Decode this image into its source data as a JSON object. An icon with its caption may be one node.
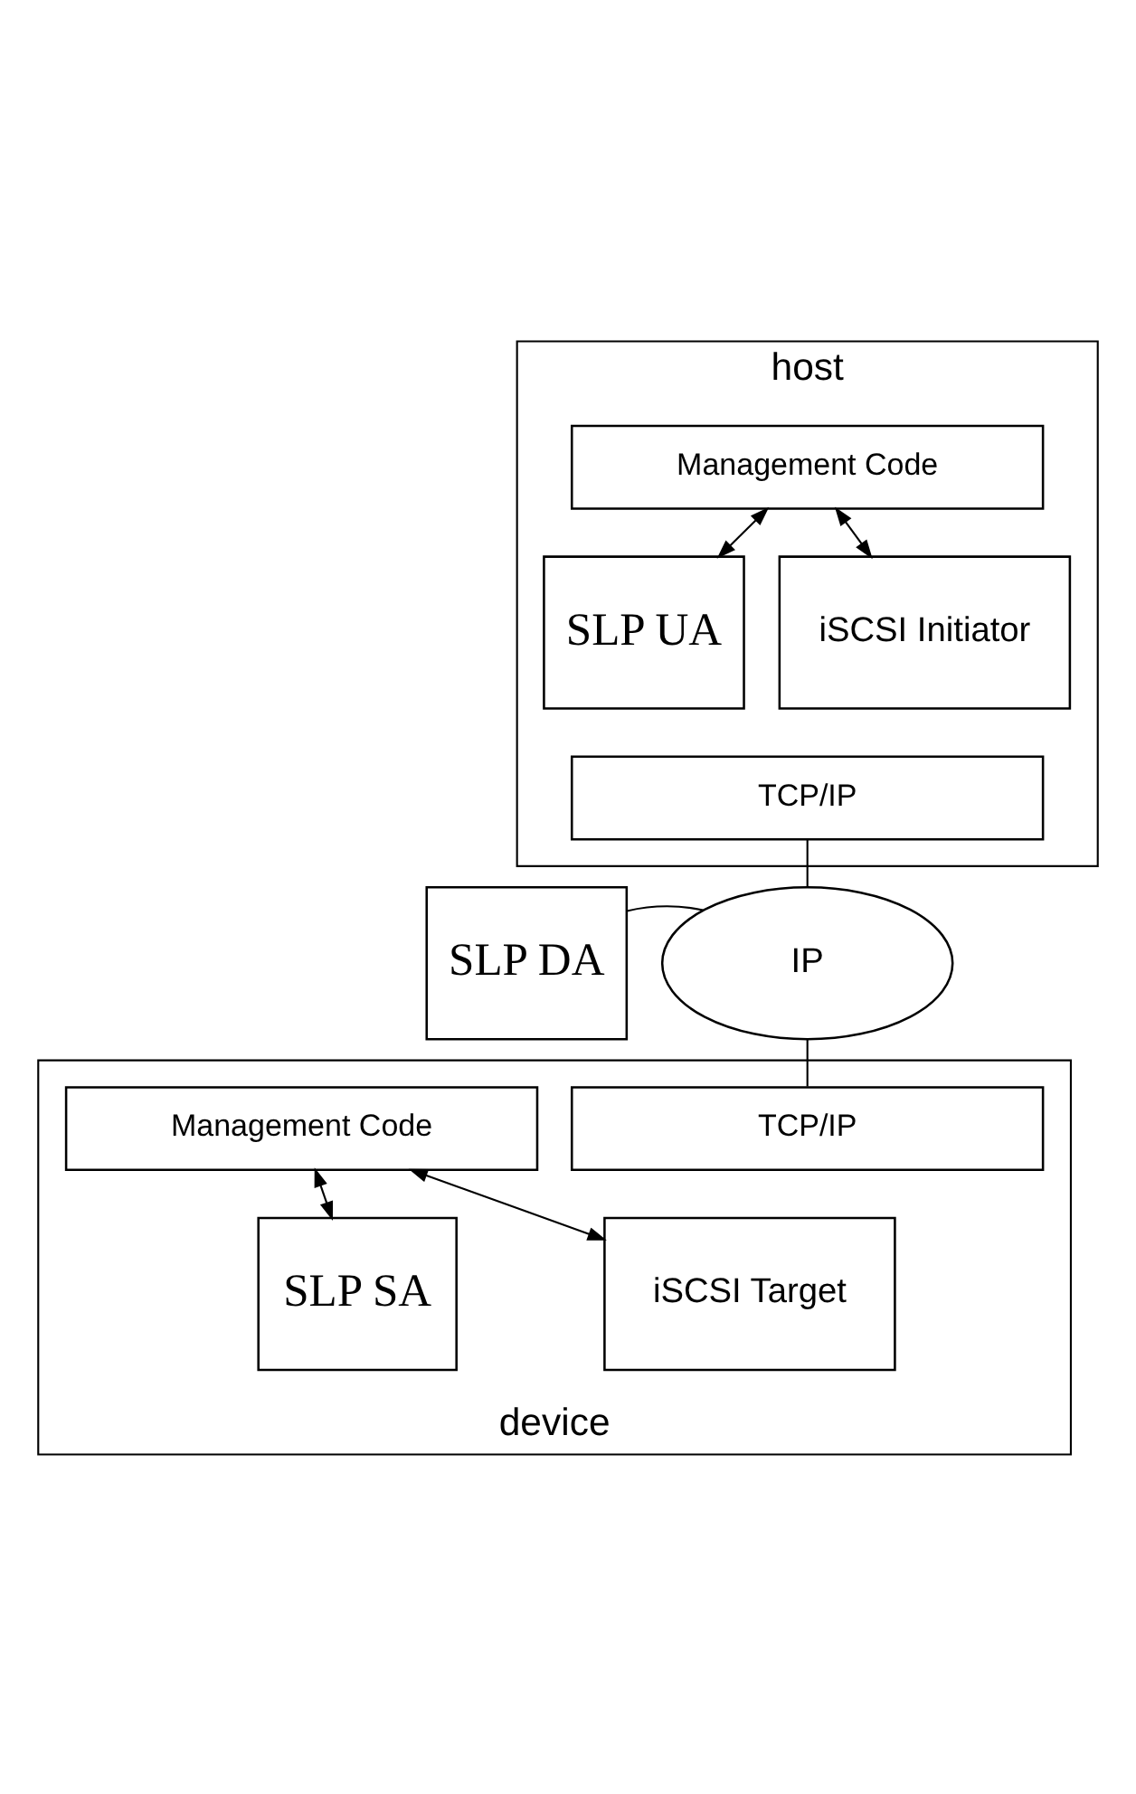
{
  "diagram": {
    "nodes": [
      {
        "text": [
          "host"
        ]
      },
      {
        "text": [
          "Management Code"
        ],
        "in": 0
      },
      {
        "text": [
          "SLP UA"
        ],
        "in": 0
      },
      {
        "text": [
          "iSCSI Initiator"
        ],
        "in": 0
      },
      {
        "text": [
          "TCP/IP"
        ],
        "in": 0
      },
      {
        "text": [
          "SLP DA"
        ]
      },
      {
        "text": [
          "IP"
        ]
      },
      {
        "text": [
          "device"
        ]
      },
      {
        "text": [
          "TCP/IP"
        ],
        "in": 7
      },
      {
        "text": [
          "SLP SA"
        ],
        "in": 7
      },
      {
        "text": [
          "iSCSI Target"
        ],
        "in": 7
      },
      {
        "text": [
          "Management Code"
        ],
        "in": 7
      }
    ],
    "edges": [
      {
        "from": 1,
        "to": 2,
        "arrow": "both"
      },
      {
        "from": 1,
        "to": 3,
        "arrow": "both"
      },
      {
        "from": 4,
        "to": 6,
        "arrow": "none"
      },
      {
        "from": 5,
        "to": 6,
        "arrow": "none"
      },
      {
        "from": 6,
        "to": 8,
        "arrow": "none"
      },
      {
        "from": 11,
        "to": 9,
        "arrow": "both"
      },
      {
        "from": 11,
        "to": 10,
        "arrow": "both"
      }
    ]
  }
}
